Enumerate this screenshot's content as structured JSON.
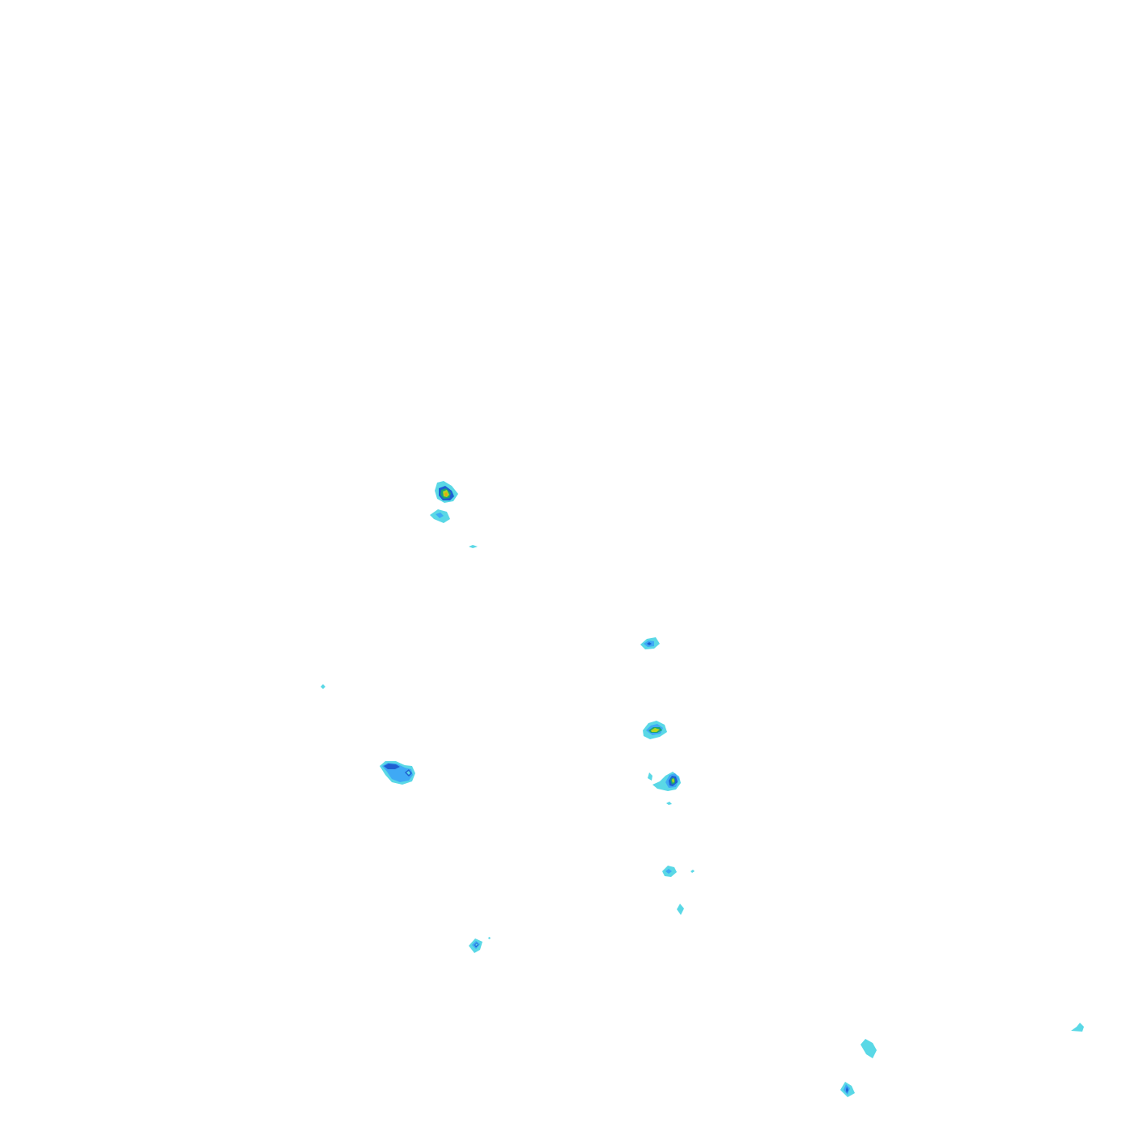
{
  "map": {
    "background": "#ffffff",
    "levels": [
      {
        "name": "level-1",
        "color": "#5ad8e6"
      },
      {
        "name": "level-2",
        "color": "#3fa9f5"
      },
      {
        "name": "level-3",
        "color": "#1f5fd1"
      },
      {
        "name": "level-4",
        "color": "#1aa37a"
      },
      {
        "name": "level-5",
        "color": "#b5d81a"
      },
      {
        "name": "level-6",
        "color": "#e8a21a"
      }
    ]
  }
}
